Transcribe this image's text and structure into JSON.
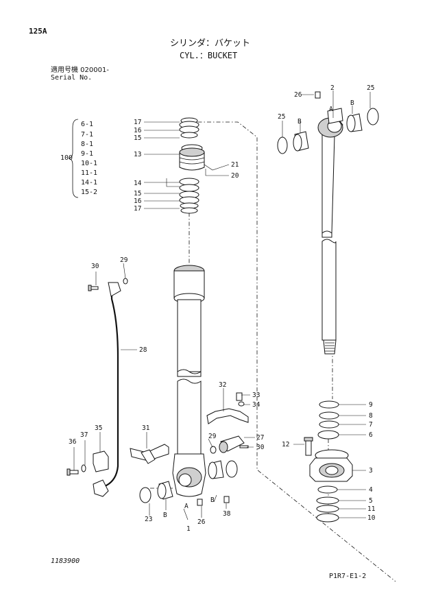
{
  "header": {
    "page_code": "125A",
    "title_jp": "シリンダ：バケット",
    "title_en": "CYL.：BUCKET",
    "serial_jp": "適用号機 020001-",
    "serial_en": "Serial No."
  },
  "footer": {
    "drawing_number": "1183900",
    "page_ref": "P1R7-E1-2"
  },
  "kit": {
    "label": "100",
    "items": [
      "6-1",
      "7-1",
      "8-1",
      "9-1",
      "10-1",
      "11-1",
      "14-1",
      "15-2"
    ]
  },
  "callouts": {
    "c17a": "17",
    "c16a": "16",
    "c15a": "15",
    "c13": "13",
    "c21": "21",
    "c20": "20",
    "c14": "14",
    "c15b": "15",
    "c16b": "16",
    "c17b": "17",
    "c30a": "30",
    "c29a": "29",
    "c28": "28",
    "c32": "32",
    "c33": "33",
    "c34": "34",
    "c36": "36",
    "c37": "37",
    "c35": "35",
    "c31": "31",
    "c29b": "29",
    "c27": "27",
    "c30b": "30",
    "c23": "23",
    "cB1": "B",
    "cA1": "A",
    "c1": "1",
    "c26b": "26",
    "cB2": "B",
    "c38": "38",
    "c26a": "26",
    "c2": "2",
    "cA2": "A",
    "cB3": "B",
    "c25a": "25",
    "c25b": "25",
    "cB4": "B",
    "c9": "9",
    "c8": "8",
    "c7": "7",
    "c6": "6",
    "c12": "12",
    "c3": "3",
    "c4": "4",
    "c5": "5",
    "c11": "11",
    "c10": "10"
  }
}
